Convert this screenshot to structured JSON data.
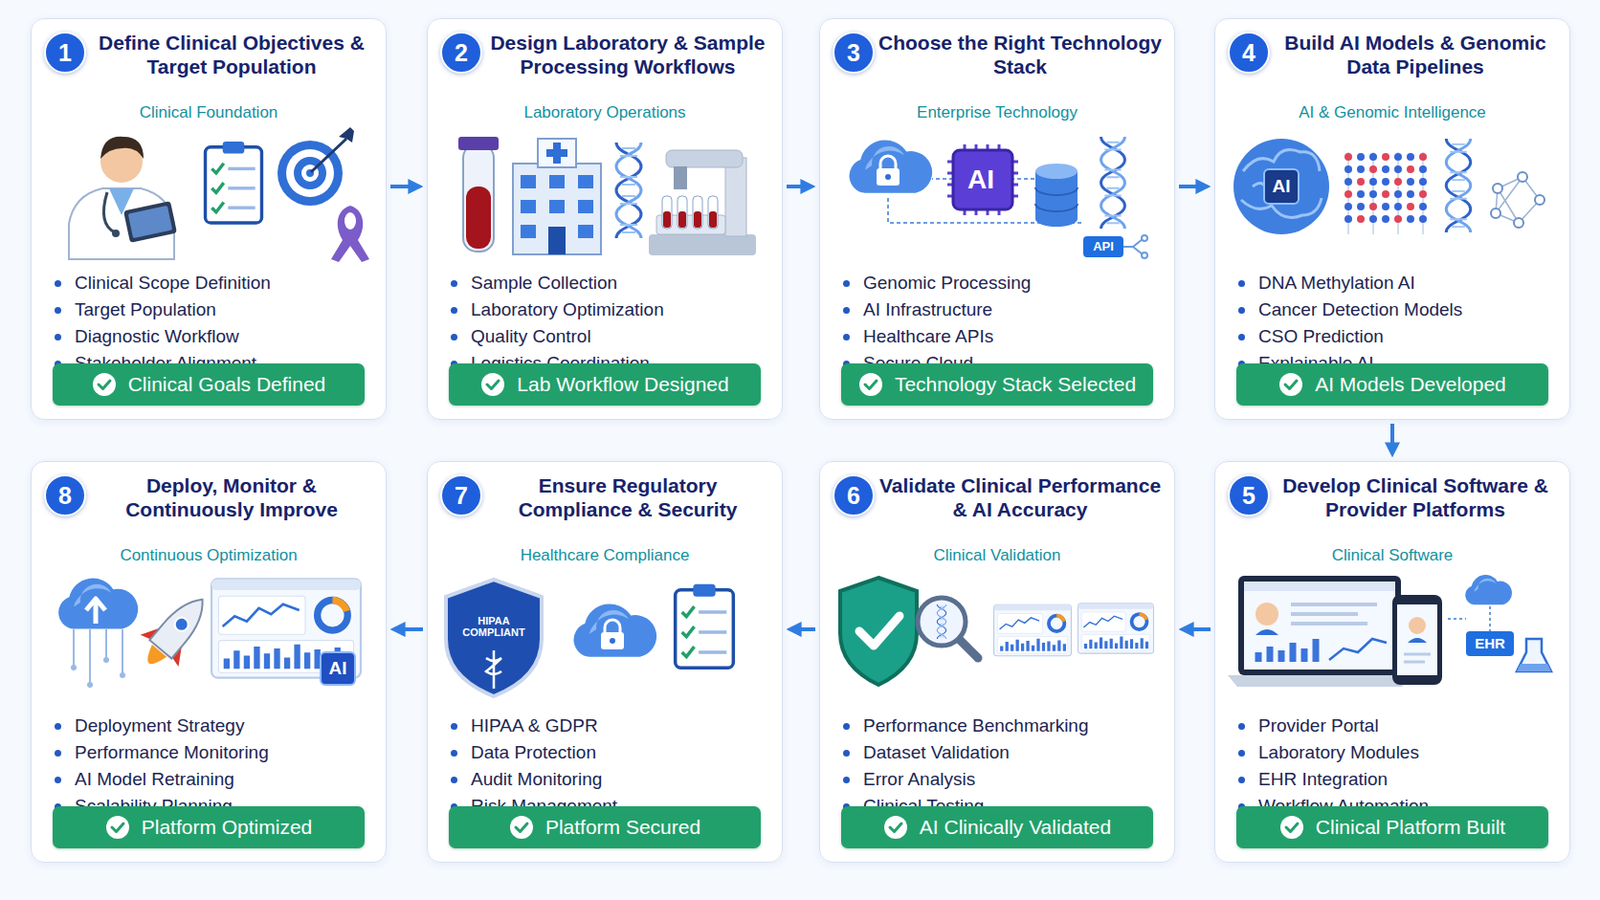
{
  "diagram": {
    "nodes": [
      {
        "text": [
          "Define Clinical Objectives & Target Population",
          "Clinical Foundation",
          "Clinical Scope Definition",
          "Target Population",
          "Diagnostic Workflow",
          "Stakeholder Alignment"
        ]
      },
      {
        "text": [
          "1"
        ],
        "in": 0
      },
      {
        "text": [
          "Clinical Goals Defined"
        ],
        "in": 0
      },
      {
        "text": [
          "Design Laboratory & Sample Processing Workflows",
          "Laboratory Operations",
          "Sample Collection",
          "Laboratory Optimization",
          "Quality Control",
          "Logistics Coordination"
        ]
      },
      {
        "text": [
          "2"
        ],
        "in": 3
      },
      {
        "text": [
          "Lab Workflow Designed"
        ],
        "in": 3
      },
      {
        "text": [
          "Choose the Right Technology Stack",
          "Enterprise Technology",
          "Genomic Processing",
          "AI Infrastructure",
          "Healthcare APIs",
          "Secure Cloud"
        ]
      },
      {
        "text": [
          "3"
        ],
        "in": 6
      },
      {
        "text": [
          "Technology Stack Selected"
        ],
        "in": 6
      },
      {
        "text": [
          "Build AI Models & Genomic Data Pipelines",
          "AI & Genomic Intelligence",
          "DNA Methylation AI",
          "Cancer Detection Models",
          "CSO Prediction",
          "Explainable AI"
        ]
      },
      {
        "text": [
          "4"
        ],
        "in": 9
      },
      {
        "text": [
          "AI Models Developed"
        ],
        "in": 9
      },
      {
        "text": [
          "Develop Clinical Software & Provider Platforms",
          "Clinical Software",
          "Provider Portal",
          "Laboratory Modules",
          "EHR Integration",
          "Workflow Automation"
        ]
      },
      {
        "text": [
          "5"
        ],
        "in": 12
      },
      {
        "text": [
          "Clinical Platform Built"
        ],
        "in": 12
      },
      {
        "text": [
          "Validate Clinical Performance & AI Accuracy",
          "Clinical Validation",
          "Performance Benchmarking",
          "Dataset Validation",
          "Error Analysis",
          "Clinical Testing"
        ]
      },
      {
        "text": [
          "6"
        ],
        "in": 15
      },
      {
        "text": [
          "AI Clinically Validated"
        ],
        "in": 15
      },
      {
        "text": [
          "Ensure Regulatory Compliance & Security",
          "Healthcare Compliance",
          "HIPAA & GDPR",
          "Data Protection",
          "Audit Monitoring",
          "Risk Management"
        ]
      },
      {
        "text": [
          "7"
        ],
        "in": 18
      },
      {
        "text": [
          "Platform Secured"
        ],
        "in": 18
      },
      {
        "text": [
          "Deploy, Monitor & Continuously Improve",
          "Continuous Optimization",
          "Deployment Strategy",
          "Performance Monitoring",
          "AI Model Retraining",
          "Scalability Planning"
        ]
      },
      {
        "text": [
          "8"
        ],
        "in": 21
      },
      {
        "text": [
          "Platform Optimized"
        ],
        "in": 21
      }
    ],
    "edges": [
      {
        "from": 0,
        "to": 3,
        "arrow": "to"
      },
      {
        "from": 3,
        "to": 6,
        "arrow": "to"
      },
      {
        "from": 6,
        "to": 9,
        "arrow": "to"
      },
      {
        "from": 9,
        "to": 12,
        "arrow": "to"
      },
      {
        "from": 12,
        "to": 15,
        "arrow": "to"
      },
      {
        "from": 15,
        "to": 18,
        "arrow": "to"
      },
      {
        "from": 18,
        "to": 21,
        "arrow": "to"
      }
    ],
    "labels": [
      "AI",
      "API",
      "AI",
      "EHR",
      "HIPAA COMPLIANT",
      "AI"
    ]
  }
}
